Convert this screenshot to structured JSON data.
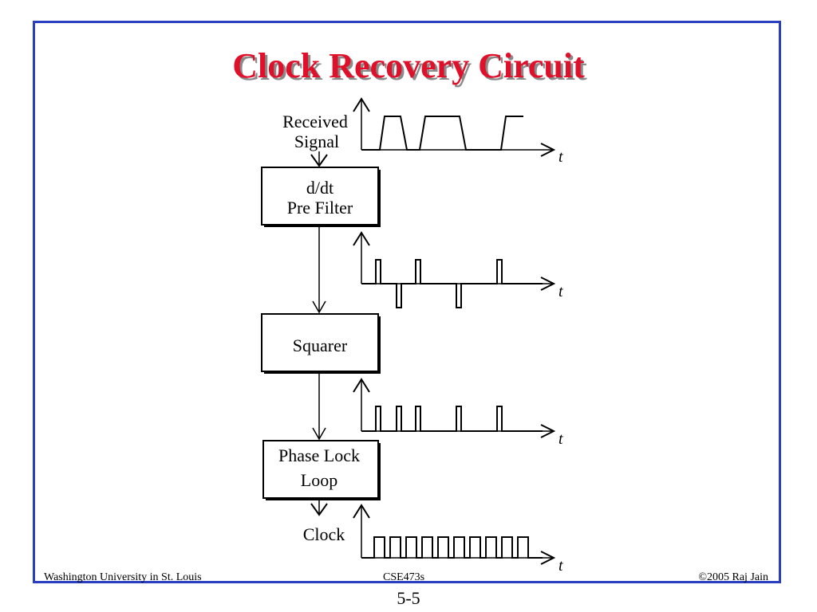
{
  "title": "Clock Recovery Circuit",
  "diagram": {
    "input_label_line1": "Received",
    "input_label_line2": "Signal",
    "block1_line1": "d/dt",
    "block1_line2": "Pre Filter",
    "block2": "Squarer",
    "block3_line1": "Phase Lock",
    "block3_line2": "Loop",
    "output_label": "Clock",
    "time_axis_label": "t"
  },
  "footer": {
    "left": "Washington University in St. Louis",
    "center": "CSE473s",
    "right": "©2005 Raj Jain"
  },
  "page_number": "5-5",
  "colors": {
    "title": "#e0102a",
    "frame_border": "#2a3fbf"
  }
}
